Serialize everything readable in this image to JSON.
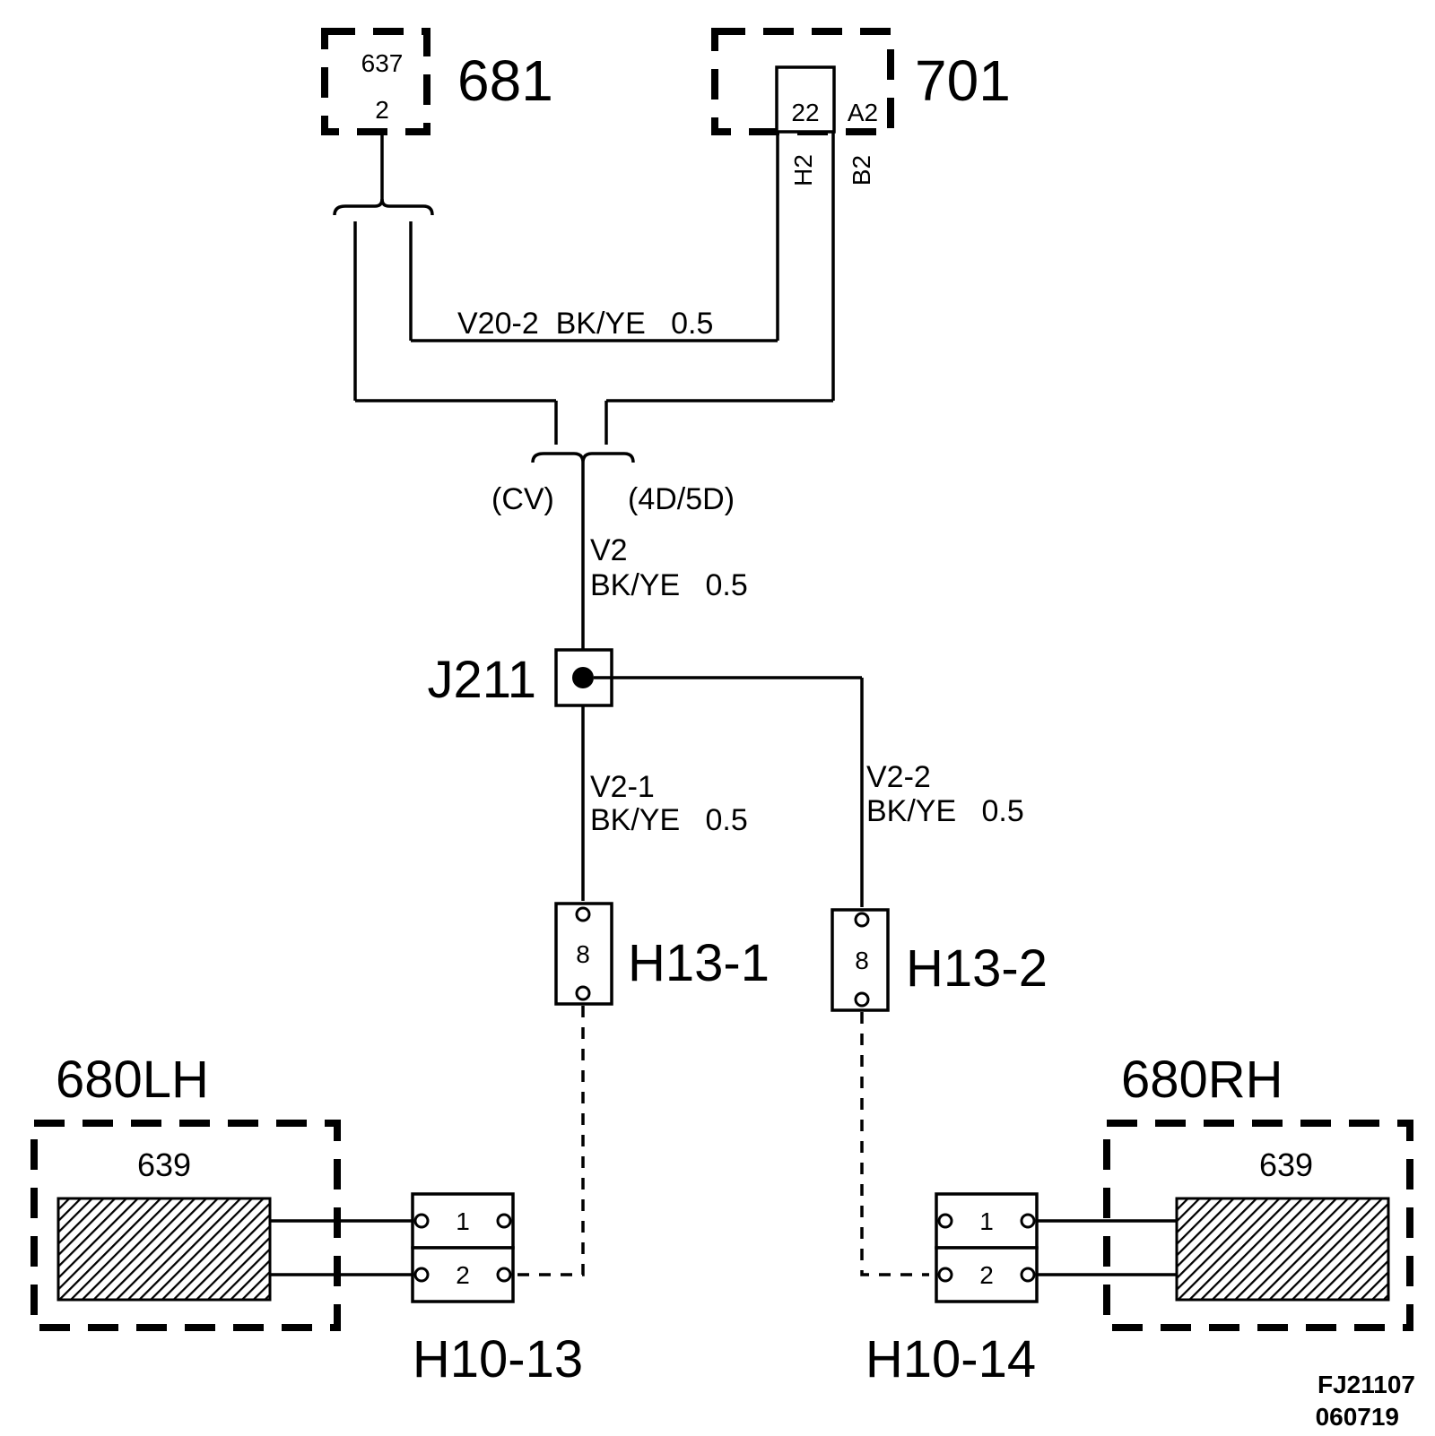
{
  "components": {
    "c681": {
      "label": "681",
      "sub_top": "637",
      "sub_pin": "2"
    },
    "c701": {
      "label": "701",
      "pin_a": "22",
      "pin_b": "A2",
      "wire_h": "H2",
      "wire_b": "B2"
    },
    "j211": {
      "label": "J211"
    },
    "h13_1": {
      "label": "H13-1",
      "pin": "8"
    },
    "h13_2": {
      "label": "H13-2",
      "pin": "8"
    },
    "h10_13": {
      "label": "H10-13",
      "pin1": "1",
      "pin2": "2"
    },
    "h10_14": {
      "label": "H10-14",
      "pin1": "1",
      "pin2": "2"
    },
    "lamp_lh": {
      "label": "680LH",
      "inner": "639"
    },
    "lamp_rh": {
      "label": "680RH",
      "inner": "639"
    }
  },
  "wires": {
    "v20_2": {
      "text": "V20-2  BK/YE   0.5"
    },
    "v2": {
      "id": "V2",
      "spec": "BK/YE   0.5"
    },
    "v2_1": {
      "id": "V2-1",
      "spec": "BK/YE   0.5"
    },
    "v2_2": {
      "id": "V2-2",
      "spec": "BK/YE   0.5"
    }
  },
  "variants": {
    "left": "(CV)",
    "right": "(4D/5D)"
  },
  "figure": {
    "code": "FJ21107",
    "date": "060719"
  }
}
